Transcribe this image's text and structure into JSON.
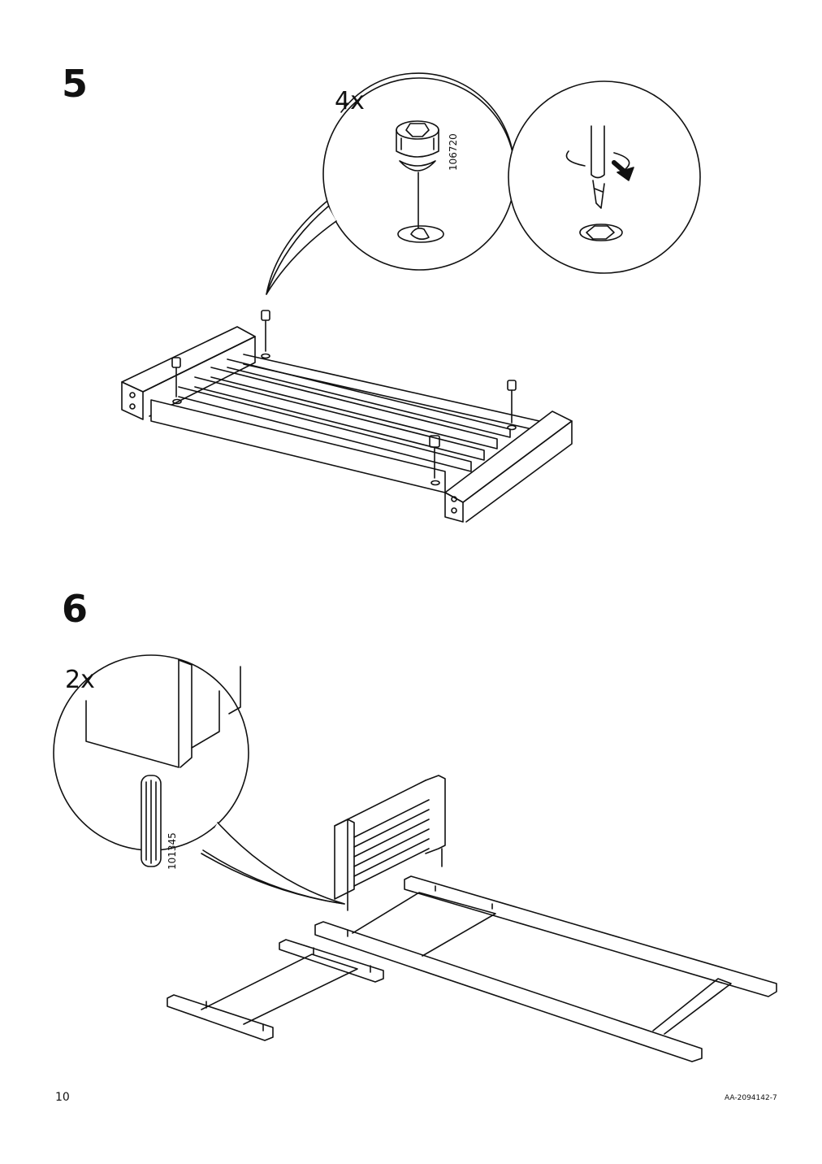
{
  "page": {
    "page_number": "10",
    "document_code": "AA-2094142-7"
  },
  "steps": [
    {
      "number": "5",
      "callouts": [
        {
          "quantity": "4x",
          "part_number": "106720",
          "part": "cam-lock-fitting-icon"
        },
        {
          "part": "screwdriver-turn-icon"
        }
      ],
      "assembly": "bed-base-frame-with-slats"
    },
    {
      "number": "6",
      "callouts": [
        {
          "quantity": "2x",
          "part_number": "101345",
          "part": "wooden-dowel-icon"
        }
      ],
      "assembly": "bed-frame-rails-and-headboard"
    }
  ],
  "colors": {
    "ink": "#111111",
    "paper": "#ffffff"
  }
}
